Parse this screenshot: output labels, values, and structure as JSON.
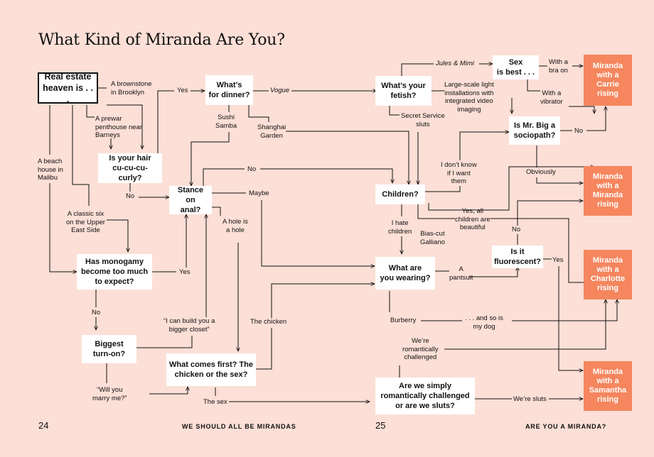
{
  "title": "What Kind of Miranda Are You?",
  "questions": {
    "real_estate": "Real estate\nheaven is . . .",
    "dinner": "What’s\nfor dinner?",
    "fetish": "What’s your\nfetish?",
    "sex_best": "Sex\nis best . . .",
    "hair": "Is your hair\ncu-cu-cu-curly?",
    "big": "Is Mr. Big a\nsociopath?",
    "stance": "Stance on\nanal?",
    "children": "Children?",
    "monogamy": "Has monogamy\nbecome too much\nto expect?",
    "wearing": "What are\nyou wearing?",
    "fluorescent": "Is it\nfluorescent?",
    "turn_on": "Biggest\nturn-on?",
    "chicken": "What comes first? The\nchicken or the sex?",
    "challenged": "Are we simply\nromantically challenged\nor are we sluts?"
  },
  "results": {
    "carrie": "Miranda\nwith a\nCarrie\nrising",
    "miranda": "Miranda\nwith a\nMiranda\nrising",
    "charlotte": "Miranda\nwith a\nCharlotte\nrising",
    "samantha": "Miranda\nwith a\nSamantha\nrising"
  },
  "answers": {
    "brownstone": "A brownstone\nin Brooklyn",
    "prewar": "A prewar\npenthouse near\nBarneys",
    "beach": "A beach\nhouse in\nMalibu",
    "classic_six": "A classic six\non the Upper\nEast Side",
    "yes_dinner": "Yes",
    "vogue": "Vogue",
    "sushi": "Sushi\nSamba",
    "shanghai": "Shanghai\nGarden",
    "jules": "Jules & Mimi",
    "bra": "With a\nbra on",
    "vibrator": "With a\nvibrator",
    "installations": "Large-scale light\ninstallations with\nintegrated video\nimaging",
    "secret_service": "Secret Service\nsluts",
    "no_big": "No",
    "dont_know": "I don’t know\nif I want\nthem",
    "obviously": "Obviously",
    "no_stance": "No",
    "maybe": "Maybe",
    "no_hair": "No",
    "hole": "A hole is\na hole",
    "hate_children": "I hate\nchildren",
    "all_children": "Yes, all\nchildren are\nbeautiful",
    "no_fluor": "No",
    "bias_cut": "Bias-cut\nGalliano",
    "pantsuit": "A\npantsuit",
    "yes_fluor": "Yes",
    "yes_mono": "Yes",
    "no_mono": "No",
    "closet": "“I can build you a\nbigger closet”",
    "the_chicken": "The chicken",
    "burberry": "Burberry",
    "dog": ". . . and so is\nmy dog",
    "romantically": "We’re\nromantically\nchallenged",
    "marry": "“Will you\nmarry me?”",
    "the_sex": "The sex",
    "sluts": "We’re sluts"
  },
  "footer": {
    "left_page": "24",
    "left_title": "WE SHOULD ALL BE MIRANDAS",
    "right_page": "25",
    "right_title": "ARE YOU A MIRANDA?"
  },
  "colors": {
    "background": "#fcdfd6",
    "result": "#f5865e"
  }
}
